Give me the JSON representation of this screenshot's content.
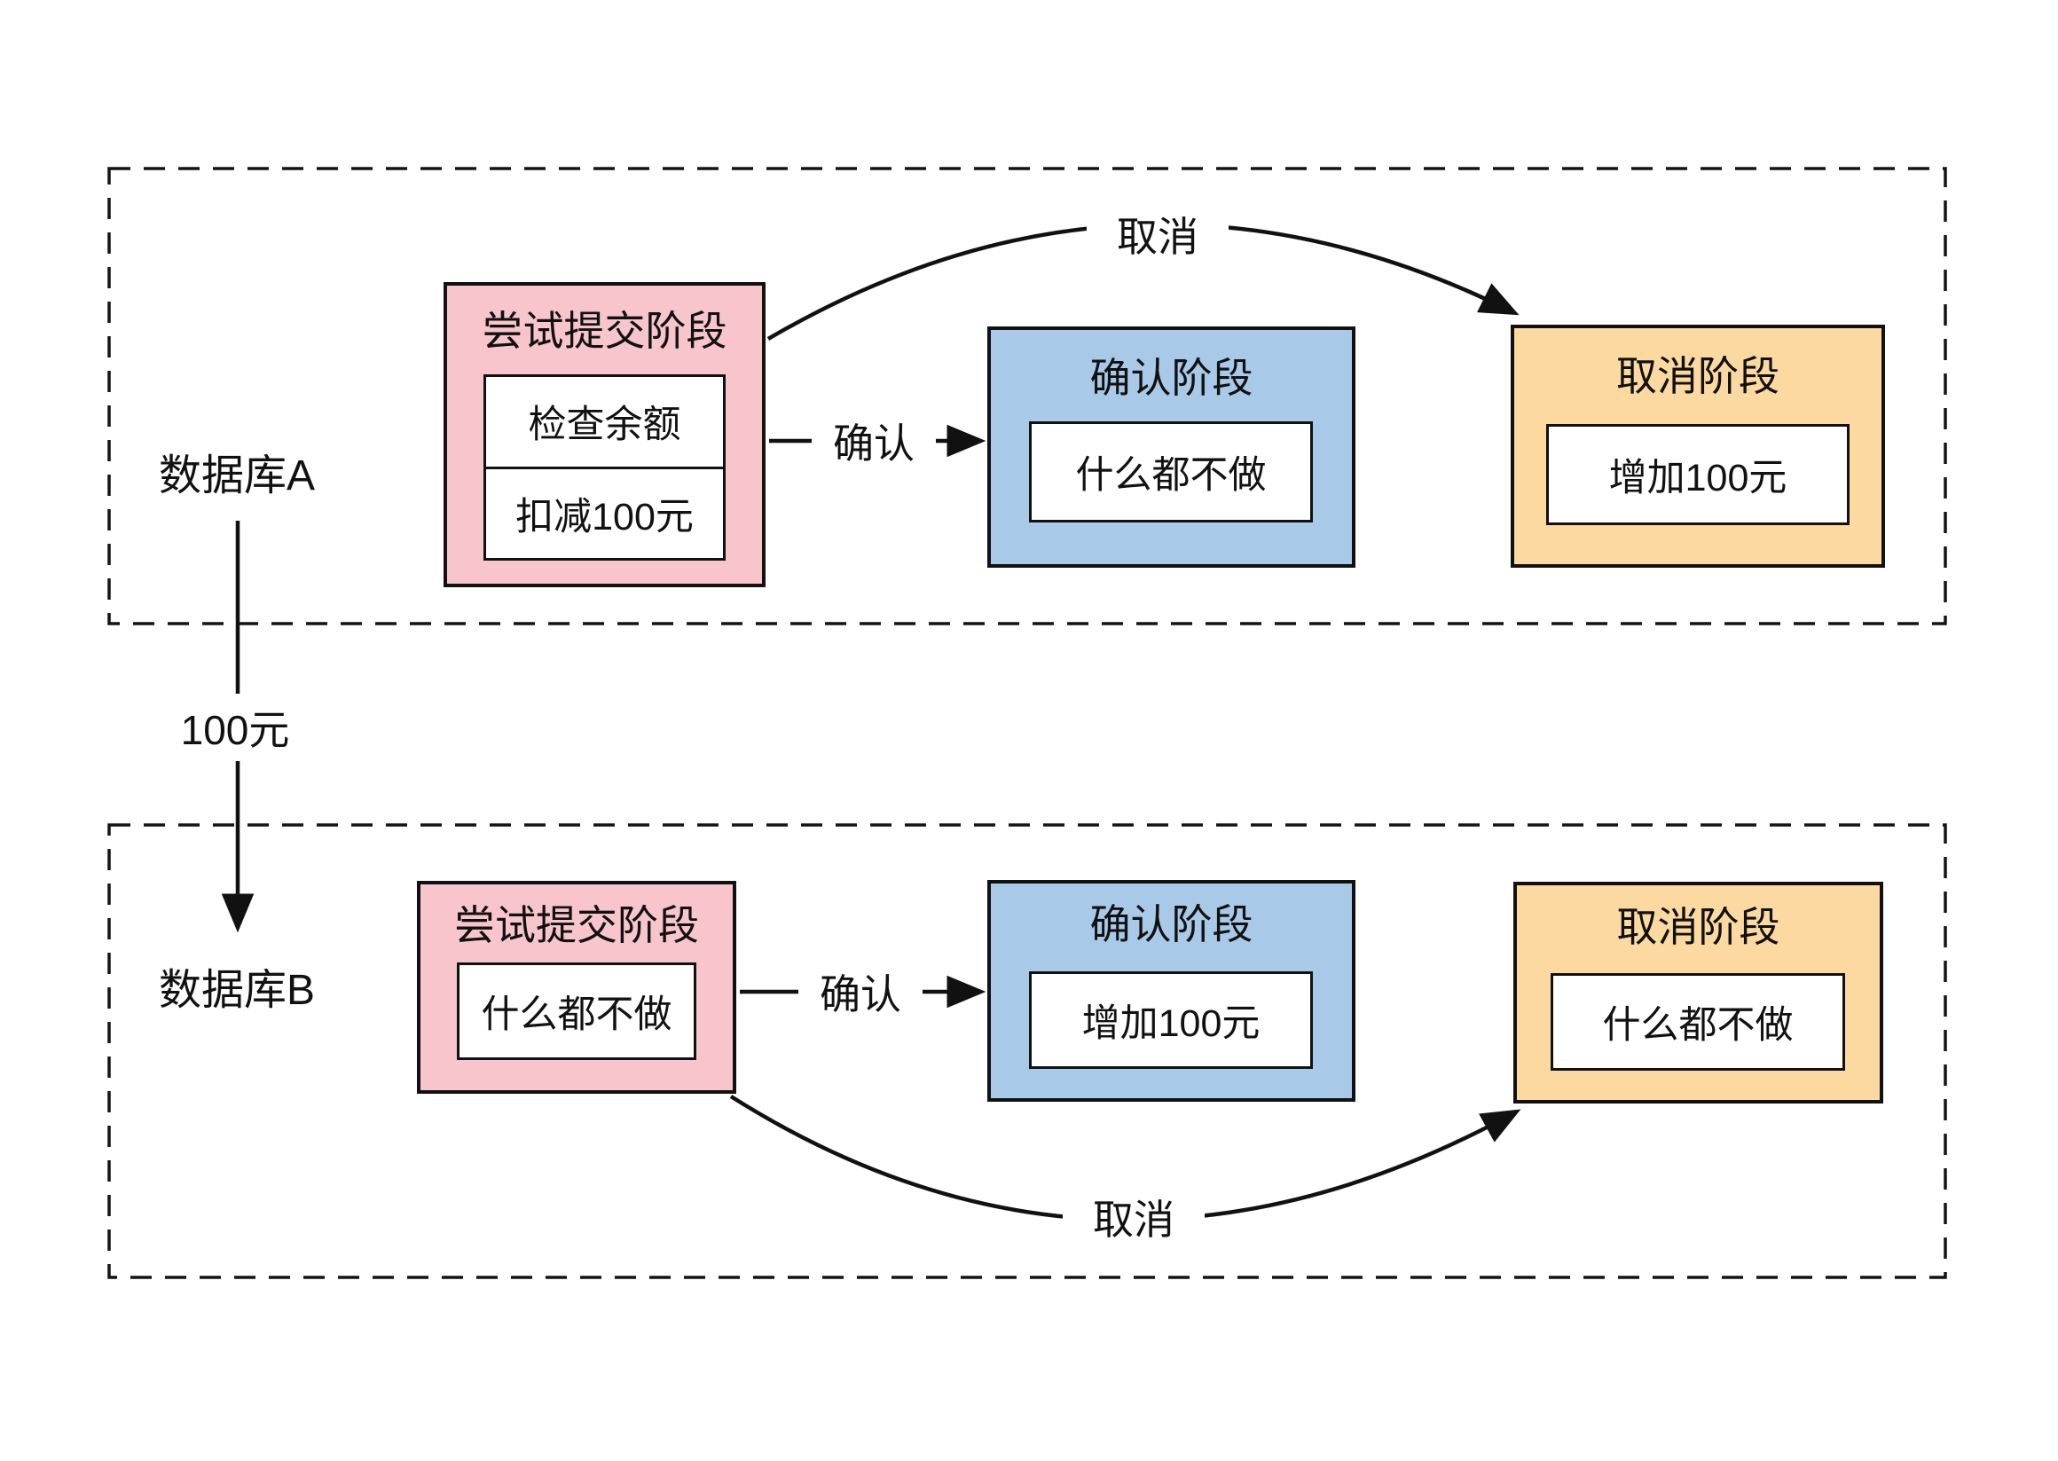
{
  "colors": {
    "try_fill": "#f7c5cb",
    "confirm_fill": "#a9c9e8",
    "cancel_fill": "#fdd9a2",
    "line": "#111111",
    "background": "#ffffff"
  },
  "transfer": {
    "amount_label": "100元"
  },
  "database_a": {
    "label": "数据库A",
    "try_phase": {
      "title": "尝试提交阶段",
      "steps": [
        "检查余额",
        "扣减100元"
      ]
    },
    "confirm_phase": {
      "title": "确认阶段",
      "steps": [
        "什么都不做"
      ]
    },
    "cancel_phase": {
      "title": "取消阶段",
      "steps": [
        "增加100元"
      ]
    },
    "confirm_label": "确认",
    "cancel_label": "取消"
  },
  "database_b": {
    "label": "数据库B",
    "try_phase": {
      "title": "尝试提交阶段",
      "steps": [
        "什么都不做"
      ]
    },
    "confirm_phase": {
      "title": "确认阶段",
      "steps": [
        "增加100元"
      ]
    },
    "cancel_phase": {
      "title": "取消阶段",
      "steps": [
        "什么都不做"
      ]
    },
    "confirm_label": "确认",
    "cancel_label": "取消"
  }
}
